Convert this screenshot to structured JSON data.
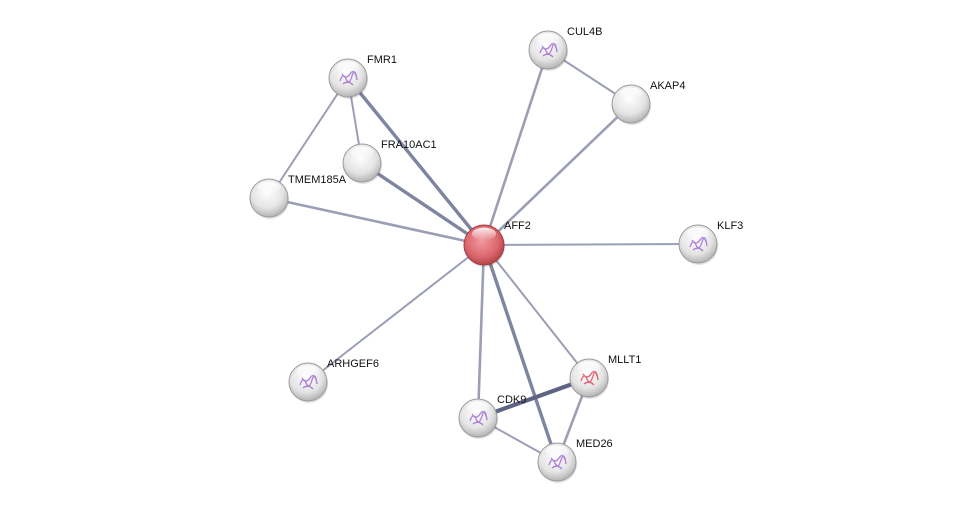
{
  "network": {
    "query_node": "AFF2",
    "nodes": [
      {
        "id": "AFF2",
        "label": "AFF2",
        "query": true,
        "has_structure": false
      },
      {
        "id": "CUL4B",
        "label": "CUL4B",
        "query": false,
        "has_structure": true
      },
      {
        "id": "AKAP4",
        "label": "AKAP4",
        "query": false,
        "has_structure": false
      },
      {
        "id": "FMR1",
        "label": "FMR1",
        "query": false,
        "has_structure": true
      },
      {
        "id": "FRA10AC1",
        "label": "FRA10AC1",
        "query": false,
        "has_structure": false
      },
      {
        "id": "TMEM185A",
        "label": "TMEM185A",
        "query": false,
        "has_structure": false
      },
      {
        "id": "KLF3",
        "label": "KLF3",
        "query": false,
        "has_structure": true
      },
      {
        "id": "ARHGEF6",
        "label": "ARHGEF6",
        "query": false,
        "has_structure": true
      },
      {
        "id": "MLLT1",
        "label": "MLLT1",
        "query": false,
        "has_structure": true
      },
      {
        "id": "CDK9",
        "label": "CDK9",
        "query": false,
        "has_structure": true
      },
      {
        "id": "MED26",
        "label": "MED26",
        "query": false,
        "has_structure": true
      }
    ],
    "edges": [
      {
        "source": "AFF2",
        "target": "CUL4B",
        "confidence": "medium"
      },
      {
        "source": "AFF2",
        "target": "AKAP4",
        "confidence": "medium"
      },
      {
        "source": "CUL4B",
        "target": "AKAP4",
        "confidence": "low"
      },
      {
        "source": "AFF2",
        "target": "FMR1",
        "confidence": "high"
      },
      {
        "source": "AFF2",
        "target": "FRA10AC1",
        "confidence": "high"
      },
      {
        "source": "AFF2",
        "target": "TMEM185A",
        "confidence": "medium"
      },
      {
        "source": "FMR1",
        "target": "TMEM185A",
        "confidence": "low"
      },
      {
        "source": "FMR1",
        "target": "FRA10AC1",
        "confidence": "low"
      },
      {
        "source": "AFF2",
        "target": "KLF3",
        "confidence": "low"
      },
      {
        "source": "AFF2",
        "target": "ARHGEF6",
        "confidence": "low"
      },
      {
        "source": "AFF2",
        "target": "MLLT1",
        "confidence": "low"
      },
      {
        "source": "AFF2",
        "target": "CDK9",
        "confidence": "medium"
      },
      {
        "source": "AFF2",
        "target": "MED26",
        "confidence": "high"
      },
      {
        "source": "CDK9",
        "target": "MLLT1",
        "confidence": "highest"
      },
      {
        "source": "CDK9",
        "target": "MED26",
        "confidence": "low"
      },
      {
        "source": "MLLT1",
        "target": "MED26",
        "confidence": "medium"
      }
    ],
    "colors": {
      "query_node": "#d9555c",
      "node": "#e6e6e6",
      "edge": "#9a9fb5",
      "edge_strong": "#5f6485",
      "structure": "#a06ad0",
      "structure_query_like": "#e0475a"
    }
  }
}
